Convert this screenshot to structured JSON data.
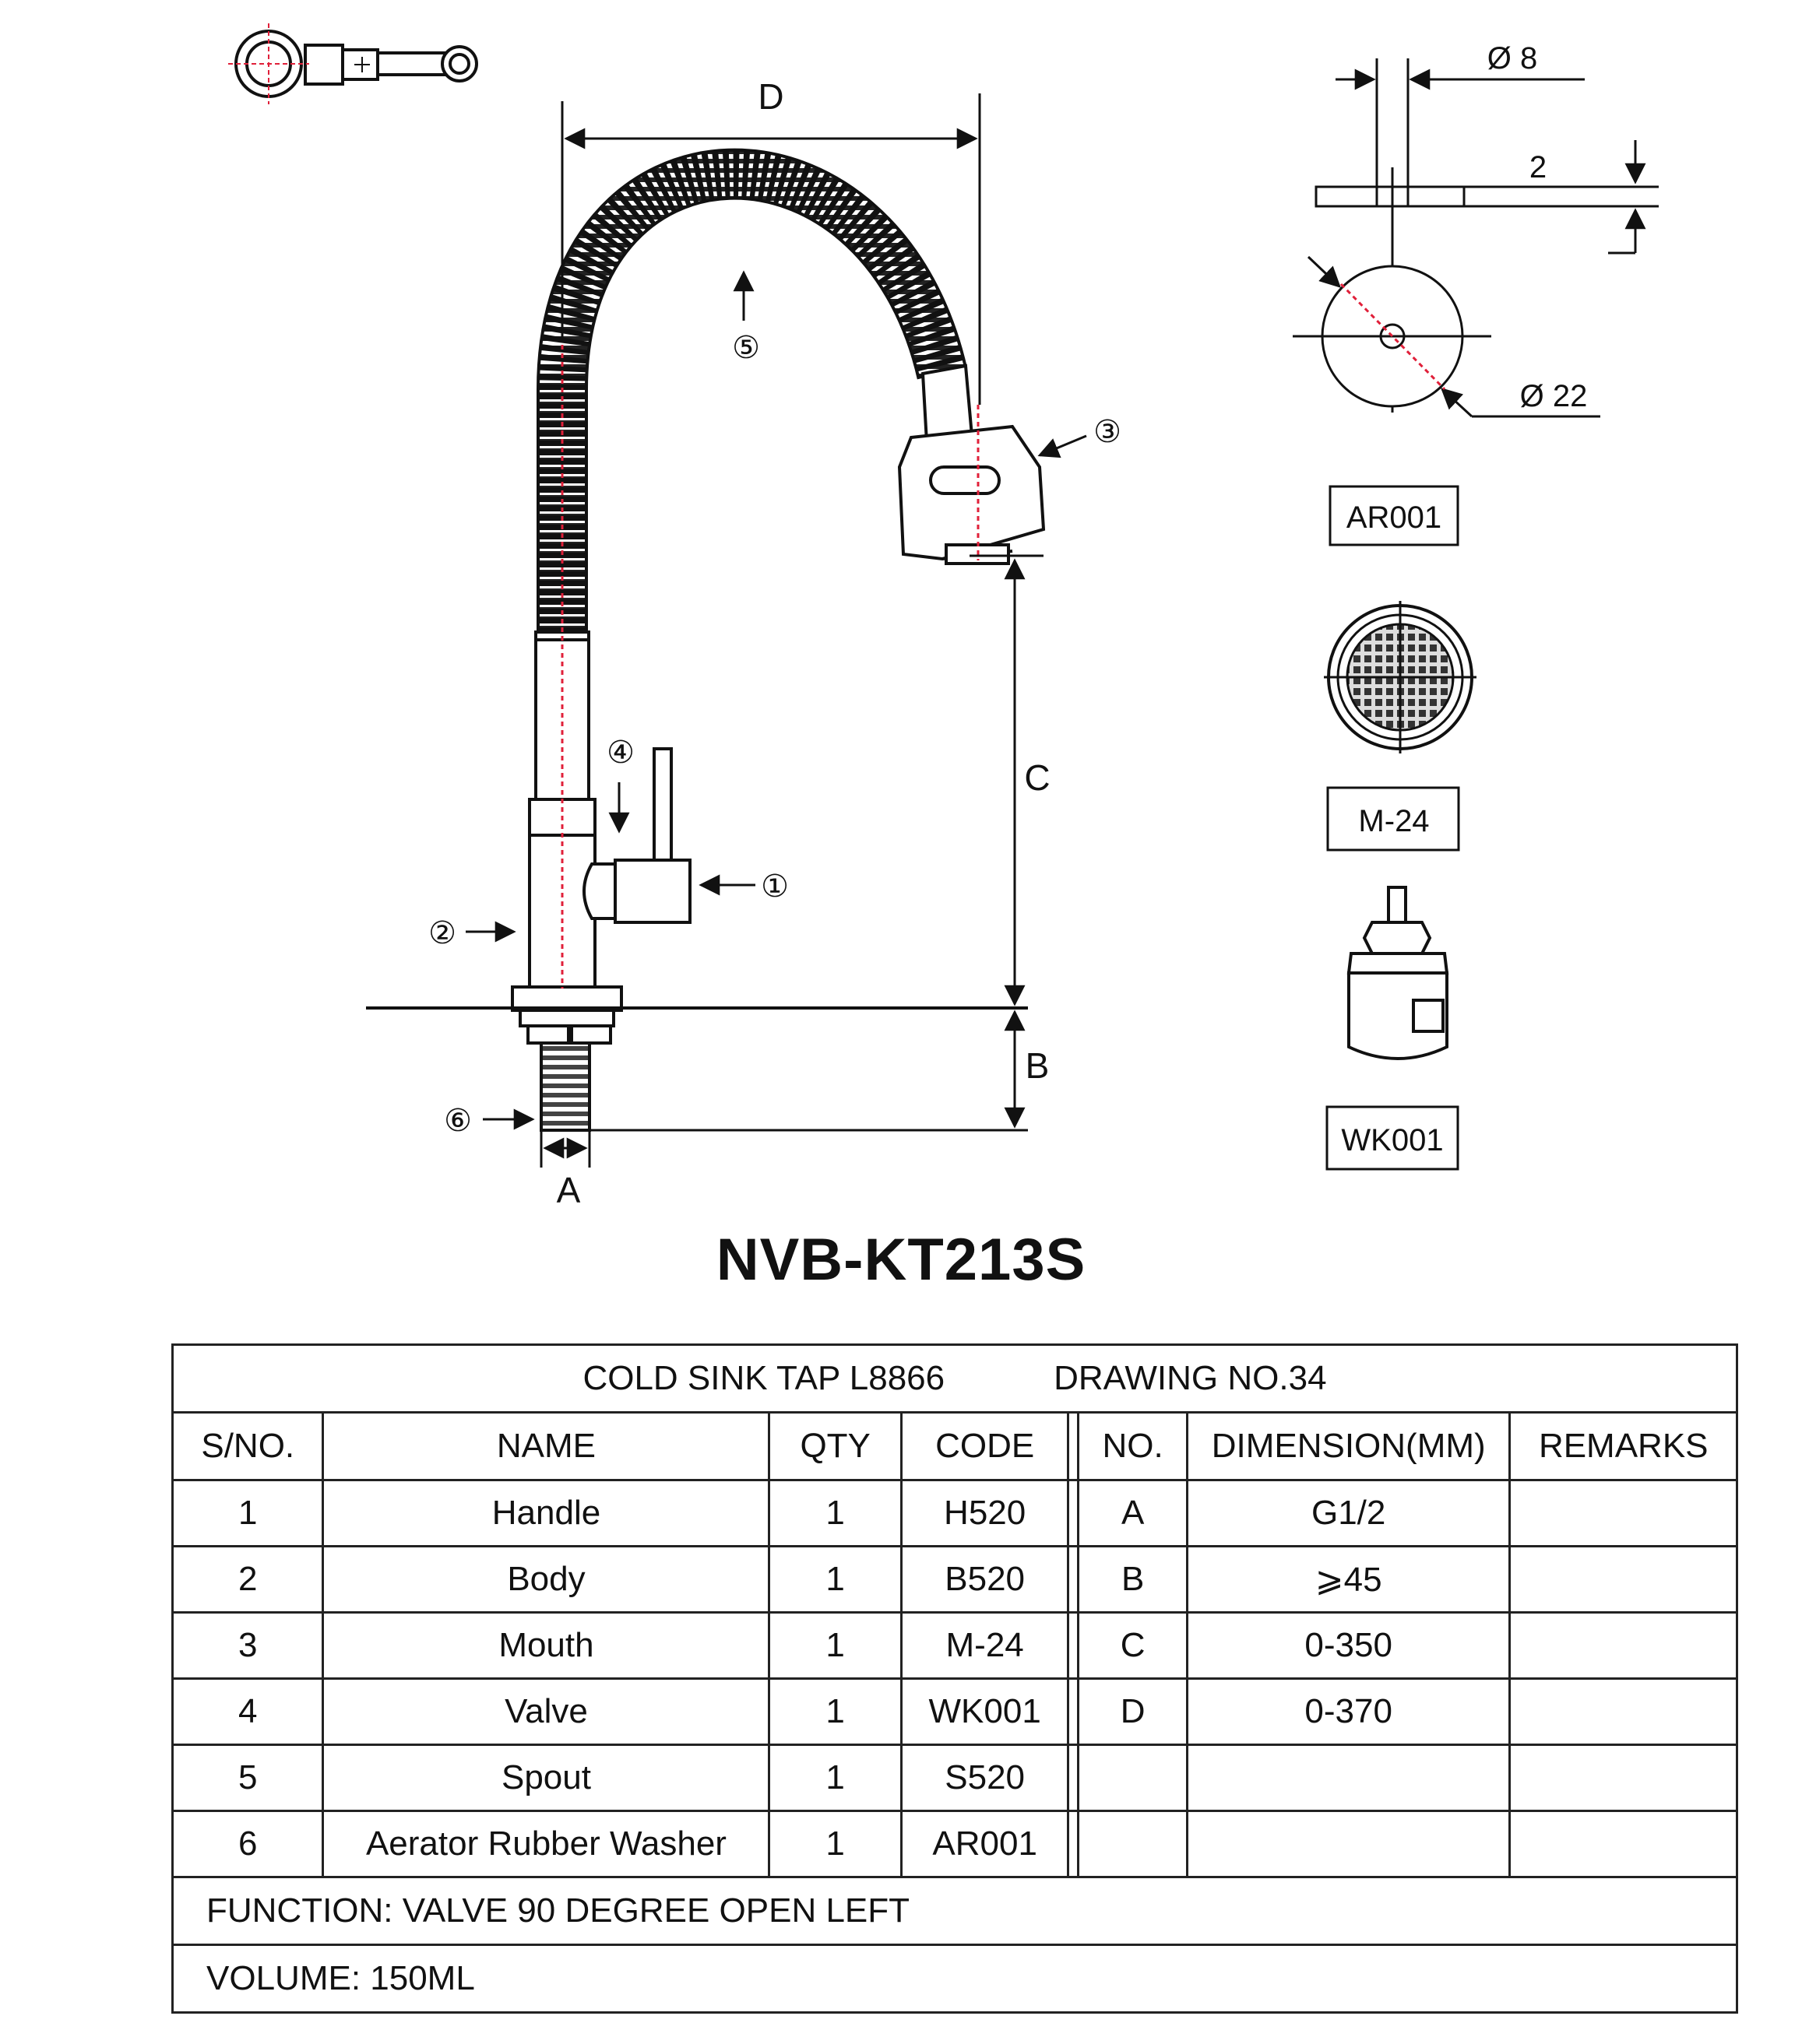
{
  "model": "NVB-KT213S",
  "diagram": {
    "dim_labels": {
      "a": "A",
      "b": "B",
      "c": "C",
      "d": "D"
    },
    "callouts": [
      "①",
      "②",
      "③",
      "④",
      "⑤",
      "⑥"
    ],
    "washer": {
      "inner": "Ø 8",
      "thickness": "2",
      "outer": "Ø 22"
    },
    "part_labels": {
      "washer": "AR001",
      "aerator": "M-24",
      "valve": "WK001"
    }
  },
  "spec_table": {
    "caption_left": "COLD SINK TAP L8866",
    "caption_right": "DRAWING NO.34",
    "headers": {
      "sno": "S/NO.",
      "name": "NAME",
      "qty": "QTY",
      "code": "CODE",
      "no": "NO.",
      "dimension": "DIMENSION(MM)",
      "remarks": "REMARKS"
    },
    "rows": [
      {
        "sno": "1",
        "name": "Handle",
        "qty": "1",
        "code": "H520",
        "no": "A",
        "dimension": "G1/2",
        "remarks": ""
      },
      {
        "sno": "2",
        "name": "Body",
        "qty": "1",
        "code": "B520",
        "no": "B",
        "dimension": "⩾45",
        "remarks": ""
      },
      {
        "sno": "3",
        "name": "Mouth",
        "qty": "1",
        "code": "M-24",
        "no": "C",
        "dimension": "0-350",
        "remarks": ""
      },
      {
        "sno": "4",
        "name": "Valve",
        "qty": "1",
        "code": "WK001",
        "no": "D",
        "dimension": "0-370",
        "remarks": ""
      },
      {
        "sno": "5",
        "name": "Spout",
        "qty": "1",
        "code": "S520",
        "no": "",
        "dimension": "",
        "remarks": ""
      },
      {
        "sno": "6",
        "name": "Aerator Rubber Washer",
        "qty": "1",
        "code": "AR001",
        "no": "",
        "dimension": "",
        "remarks": ""
      }
    ],
    "function": "FUNCTION: VALVE 90 DEGREE OPEN LEFT",
    "volume": "VOLUME: 150ML"
  }
}
